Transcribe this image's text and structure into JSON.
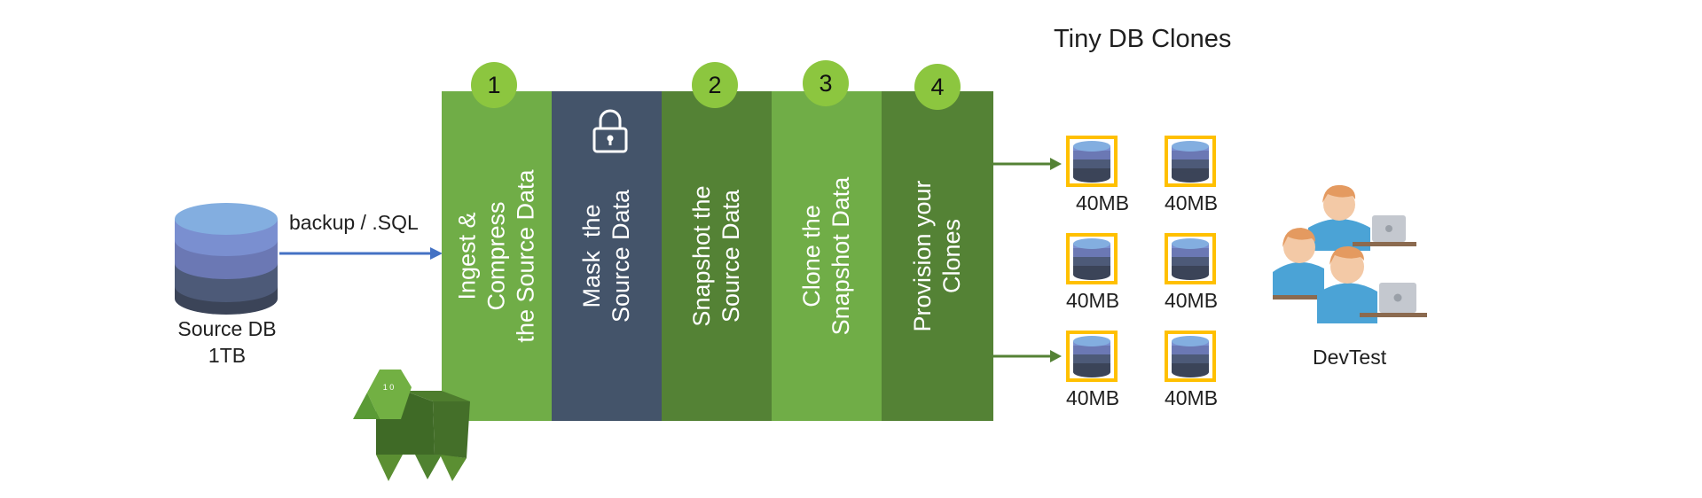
{
  "title": "Tiny DB Clones",
  "source": {
    "name": "Source DB",
    "size": "1TB"
  },
  "backup_label": "backup / .SQL",
  "steps": [
    {
      "badge": "1",
      "text": "Ingest &\nCompress\nthe Source Data"
    },
    {
      "badge": "",
      "text": "Mask  the\nSource Data"
    },
    {
      "badge": "2",
      "text": "Snapshot the\nSource Data"
    },
    {
      "badge": "3",
      "text": "Clone the\nSnapshot Data"
    },
    {
      "badge": "4",
      "text": "Provision your\nClones"
    }
  ],
  "clones": [
    "40MB",
    "40MB",
    "40MB",
    "40MB",
    "40MB",
    "40MB"
  ],
  "consumer": "DevTest",
  "mascot_text": "1 0",
  "colors": {
    "green_light": "#70ad47",
    "green_dark": "#548235",
    "slate": "#44546a",
    "badge": "#8cc63f",
    "clone_border": "#ffc000",
    "arrow_blue": "#4472c4"
  }
}
